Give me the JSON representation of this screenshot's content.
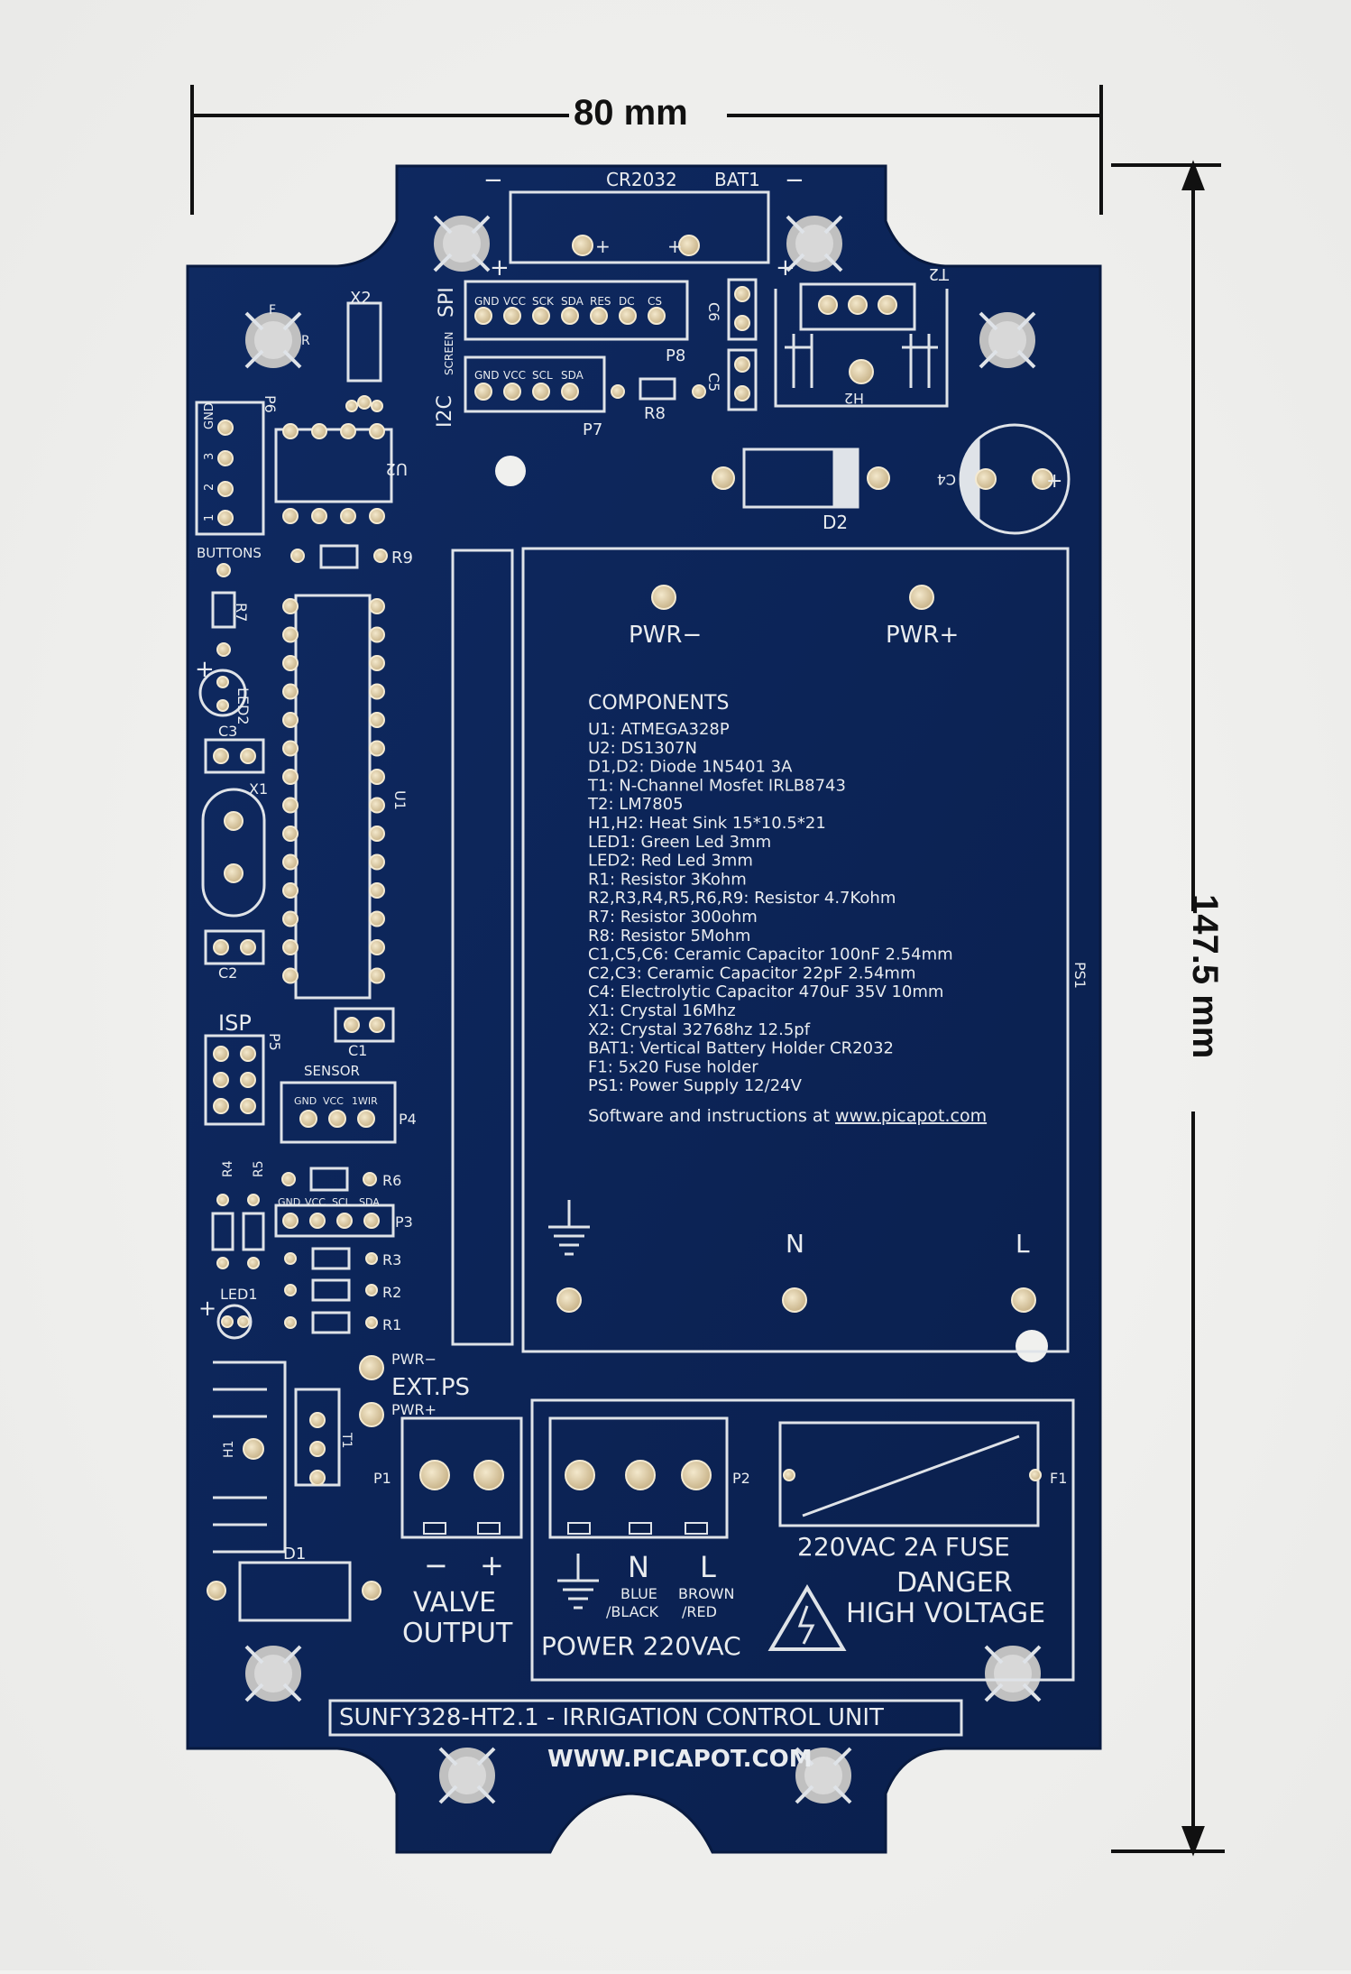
{
  "dimensions": {
    "width_label": "80 mm",
    "height_label": "147.5 mm"
  },
  "colors": {
    "board": "#0d2458",
    "silkscreen": "#e9ecef",
    "pad": "#d9c7a0",
    "background": "#f2f2f0"
  },
  "top": {
    "cr2032": "CR2032",
    "bat1": "BAT1",
    "t2": "T2",
    "h2": "H2",
    "c6": "C6",
    "c5": "C5",
    "r8": "R8",
    "p8": "P8",
    "p7": "P7",
    "u2": "U2",
    "x2": "X2",
    "p6": "P6",
    "buttons": "BUTTONS",
    "c4": "C4",
    "d2": "D2",
    "f": "F",
    "r": "R",
    "plus": "+",
    "minus": "−"
  },
  "spi": {
    "label": "SPI",
    "screen": "SCREEN",
    "pins": [
      "GND",
      "VCC",
      "SCK",
      "SDA",
      "RES",
      "DC",
      "CS"
    ]
  },
  "i2c": {
    "label": "I2C",
    "pins": [
      "GND",
      "VCC",
      "SCL",
      "SDA"
    ]
  },
  "buttons_pins": [
    "GND",
    "3",
    "2",
    "1"
  ],
  "left": {
    "r9": "R9",
    "r7": "R7",
    "led2": "LED2",
    "c3": "C3",
    "x1": "X1",
    "u1": "U1",
    "c2": "C2",
    "isp": "ISP",
    "p5": "P5",
    "c1": "C1",
    "sensor": "SENSOR",
    "p4": "P4",
    "r4": "R4",
    "r5": "R5",
    "r6": "R6",
    "p3": "P3",
    "r3": "R3",
    "r2": "R2",
    "r1": "R1",
    "led1": "LED1",
    "h1": "H1",
    "t1": "T1",
    "d1": "D1",
    "p1": "P1"
  },
  "sensor_pins": [
    "GND",
    "VCC",
    "1WIR"
  ],
  "p3_pins": [
    "GND",
    "VCC",
    "SCL",
    "SDA"
  ],
  "ps1": {
    "label": "PS1",
    "pwr_minus": "PWR−",
    "pwr_plus": "PWR+",
    "n": "N",
    "l": "L"
  },
  "components": {
    "title": "COMPONENTS",
    "lines": [
      "U1: ATMEGA328P",
      "U2: DS1307N",
      "D1,D2: Diode 1N5401 3A",
      "T1: N-Channel Mosfet IRLB8743",
      "T2: LM7805",
      "H1,H2: Heat Sink 15*10.5*21",
      "LED1: Green Led 3mm",
      "LED2: Red Led 3mm",
      "R1: Resistor 3Kohm",
      "R2,R3,R4,R5,R6,R9: Resistor 4.7Kohm",
      "R7: Resistor 300ohm",
      "R8: Resistor 5Mohm",
      "C1,C5,C6: Ceramic Capacitor 100nF 2.54mm",
      "C2,C3: Ceramic Capacitor 22pF 2.54mm",
      "C4: Electrolytic Capacitor 470uF 35V 10mm",
      "X1: Crystal 16Mhz",
      "X2: Crystal 32768hz 12.5pf",
      "BAT1: Vertical Battery Holder CR2032",
      "F1: 5x20 Fuse holder",
      "PS1: Power Supply 12/24V"
    ],
    "software_prefix": "Software and instructions at ",
    "software_url": "www.picapot.com"
  },
  "ext": {
    "pwr_minus": "PWR−",
    "ext_ps": "EXT.PS",
    "pwr_plus": "PWR+"
  },
  "valve": {
    "minus": "−",
    "plus": "+",
    "line1": "VALVE",
    "line2": "OUTPUT"
  },
  "power": {
    "p2": "P2",
    "n": "N",
    "l": "L",
    "blue": "BLUE",
    "black": "/BLACK",
    "brown": "BROWN",
    "red": "/RED",
    "label": "POWER 220VAC"
  },
  "fuse": {
    "f1": "F1",
    "label": "220VAC 2A FUSE",
    "danger": "DANGER",
    "high_voltage": "HIGH VOLTAGE"
  },
  "footer": {
    "title": "SUNFY328-HT2.1 - IRRIGATION CONTROL UNIT",
    "website": "WWW.PICAPOT.COM"
  }
}
